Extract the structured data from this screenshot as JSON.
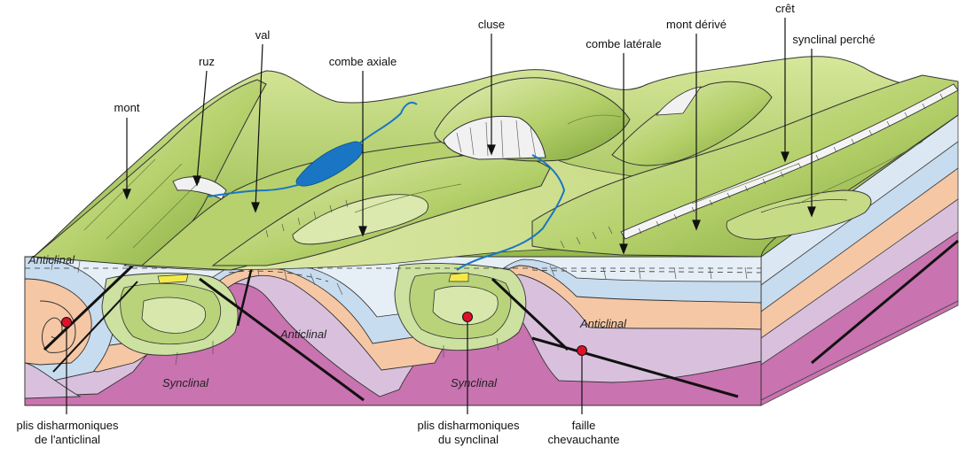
{
  "labels": {
    "mont": "mont",
    "ruz": "ruz",
    "val": "val",
    "combe_axiale": "combe axiale",
    "cluse": "cluse",
    "combe_laterale": "combe latérale",
    "mont_derive": "mont dérivé",
    "cret": "crêt",
    "synclinal_perche": "synclinal perché"
  },
  "inner_labels": {
    "anticlinal_left": "Anticlinal",
    "anticlinal_center": "Anticlinal",
    "anticlinal_right": "Anticlinal",
    "synclinal_left": "Synclinal",
    "synclinal_right": "Synclinal"
  },
  "bottom_labels": {
    "plis_anticlinal_line1": "plis disharmoniques",
    "plis_anticlinal_line2": "de l'anticlinal",
    "plis_synclinal_line1": "plis disharmoniques",
    "plis_synclinal_line2": "du synclinal",
    "faille_line1": "faille",
    "faille_line2": "chevauchante"
  },
  "colors": {
    "relief_green": "#a9c95a",
    "relief_light": "#e2ecb4",
    "layer_blue": "#c7dcee",
    "layer_orange": "#f6c7a4",
    "layer_lilac": "#d9c1de",
    "layer_magenta": "#c973b0",
    "lake_blue": "#1a76c4",
    "fault_marker_red": "#e0102a"
  }
}
